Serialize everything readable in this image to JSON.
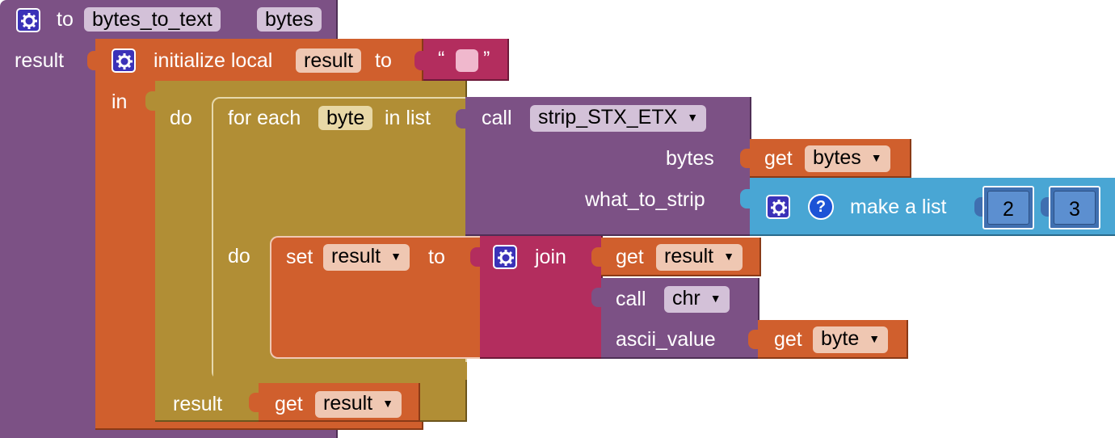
{
  "procedure": {
    "keyword_to": "to",
    "name": "bytes_to_text",
    "param": "bytes",
    "result_label": "result"
  },
  "local": {
    "keyword": "initialize local",
    "var_name": "result",
    "keyword_to": "to",
    "keyword_in": "in",
    "string_open": "“",
    "string_close": "”"
  },
  "doresult": {
    "keyword_do": "do",
    "keyword_result": "result"
  },
  "foreach": {
    "keyword": "for each",
    "item": "byte",
    "keyword_in_list": "in list",
    "keyword_do": "do"
  },
  "strip_call": {
    "keyword": "call",
    "proc": "strip_STX_ETX",
    "arg1_label": "bytes",
    "arg2_label": "what_to_strip"
  },
  "get_bytes": {
    "keyword": "get",
    "var": "bytes"
  },
  "make_list": {
    "help": "?",
    "label": "make a list",
    "items": [
      "2",
      "3"
    ]
  },
  "set_block": {
    "keyword": "set",
    "var": "result",
    "keyword_to": "to"
  },
  "join_block": {
    "label": "join"
  },
  "get_result_join": {
    "keyword": "get",
    "var": "result"
  },
  "chr_call": {
    "keyword": "call",
    "proc": "chr",
    "arg_label": "ascii_value"
  },
  "get_byte": {
    "keyword": "get",
    "var": "byte"
  },
  "get_result_final": {
    "keyword": "get",
    "var": "result"
  },
  "dropdown_arrow": "▼",
  "colors": {
    "procedure": "#7c5185",
    "variables": "#d05f2d",
    "control": "#b18e35",
    "text": "#b32d5e",
    "lists": "#49a6d4",
    "math": "#3f6fb0"
  }
}
